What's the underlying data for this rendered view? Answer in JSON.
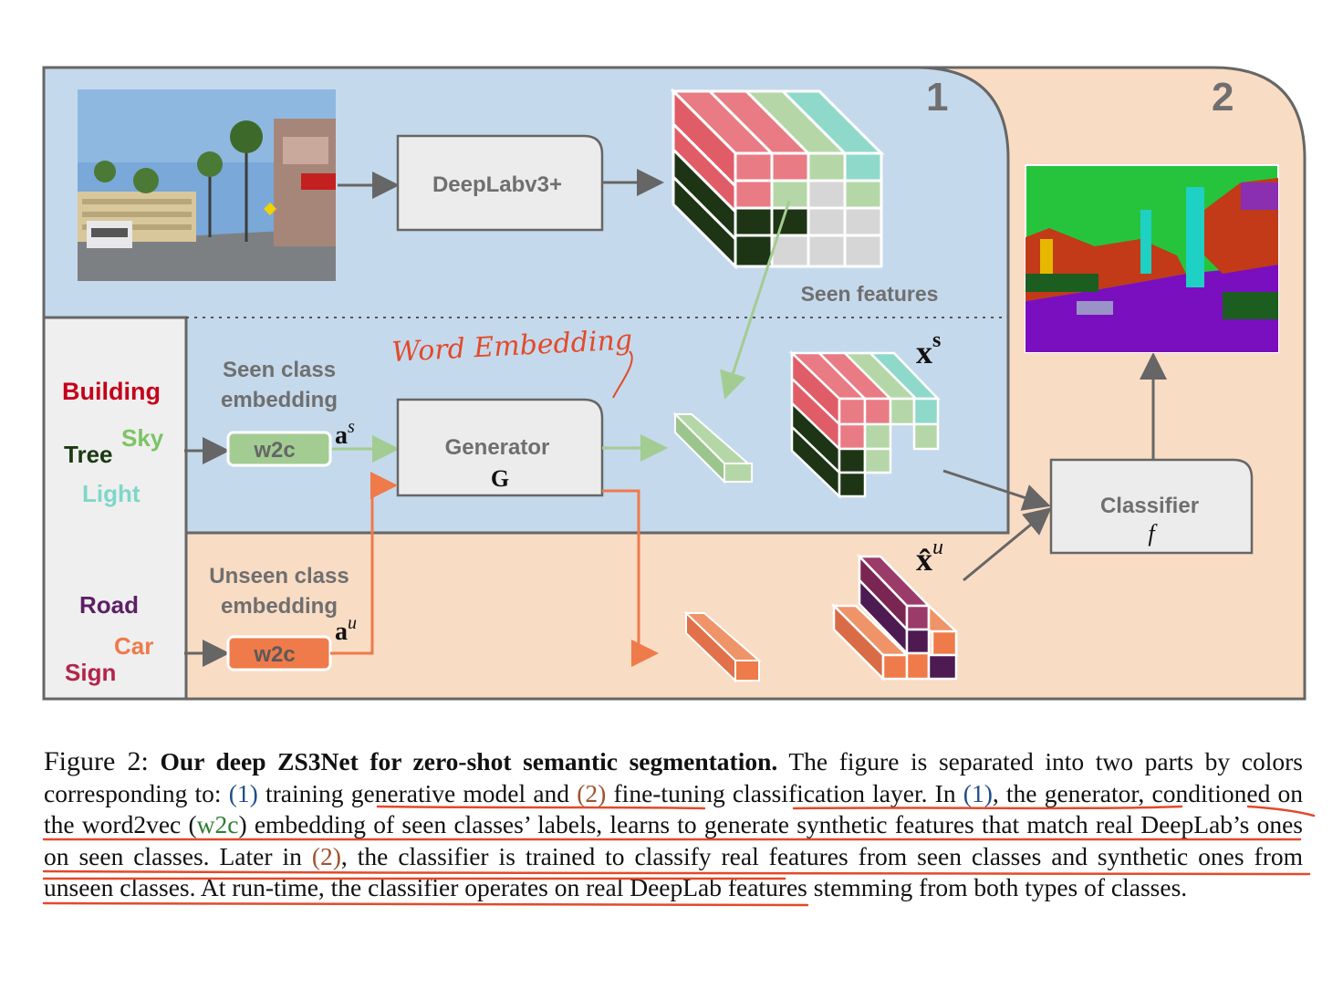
{
  "diagram": {
    "part1_label": "1",
    "part2_label": "2",
    "deeplab_label": "DeepLabv3+",
    "seen_features_label": "Seen features",
    "seen_embedding_label_1": "Seen class",
    "seen_embedding_label_2": "embedding",
    "unseen_embedding_label_1": "Unseen class",
    "unseen_embedding_label_2": "embedding",
    "w2c_seen": "w2c",
    "w2c_unseen": "w2c",
    "as_base": "a",
    "as_sup": "s",
    "au_base": "a",
    "au_sup": "u",
    "generator_label": "Generator",
    "generator_symbol": "G",
    "xs_base": "x",
    "xs_sup": "s",
    "xu_base": "x̂",
    "xu_sup": "u",
    "classifier_label": "Classifier",
    "classifier_symbol": "f",
    "handwritten_note": "Word Embedding",
    "seen_classes": [
      "Building",
      "Tree",
      "Sky",
      "Light"
    ],
    "unseen_classes": [
      "Road",
      "Car",
      "Sign"
    ],
    "colors": {
      "part1_bg": "#c5d9ec",
      "part2_bg": "#f9dcc4",
      "building": "#c4001a",
      "tree": "#1a3a10",
      "sky": "#7cc465",
      "light": "#7ed7c8",
      "road": "#5c1f66",
      "car": "#ef7a4a",
      "sign": "#b3244a",
      "seen_arrow": "#a3cc92",
      "unseen_arrow": "#ef7a4a"
    }
  },
  "caption": {
    "label": "Figure 2:",
    "title": "Our deep ZS3Net for zero-shot semantic segmentation.",
    "s1": "The figure is separated into two parts by colors corresponding to:",
    "ref1": "(1)",
    "s2": "training generative model and",
    "ref2": "(2)",
    "s3": "fine-tuning classification layer. In",
    "ref1b": "(1)",
    "s4": ", the generator, conditioned on the word2vec (",
    "w2c": "w2c",
    "s5": ") embedding of seen classes’ labels, learns to generate synthetic features that match real DeepLab’s ones on seen classes. Later in",
    "ref2b": "(2)",
    "s6": ", the classifier is trained to classify real features from seen classes and synthetic ones from unseen classes. At run-time, the classifier operates on real DeepLab features stemming from both types of classes."
  }
}
